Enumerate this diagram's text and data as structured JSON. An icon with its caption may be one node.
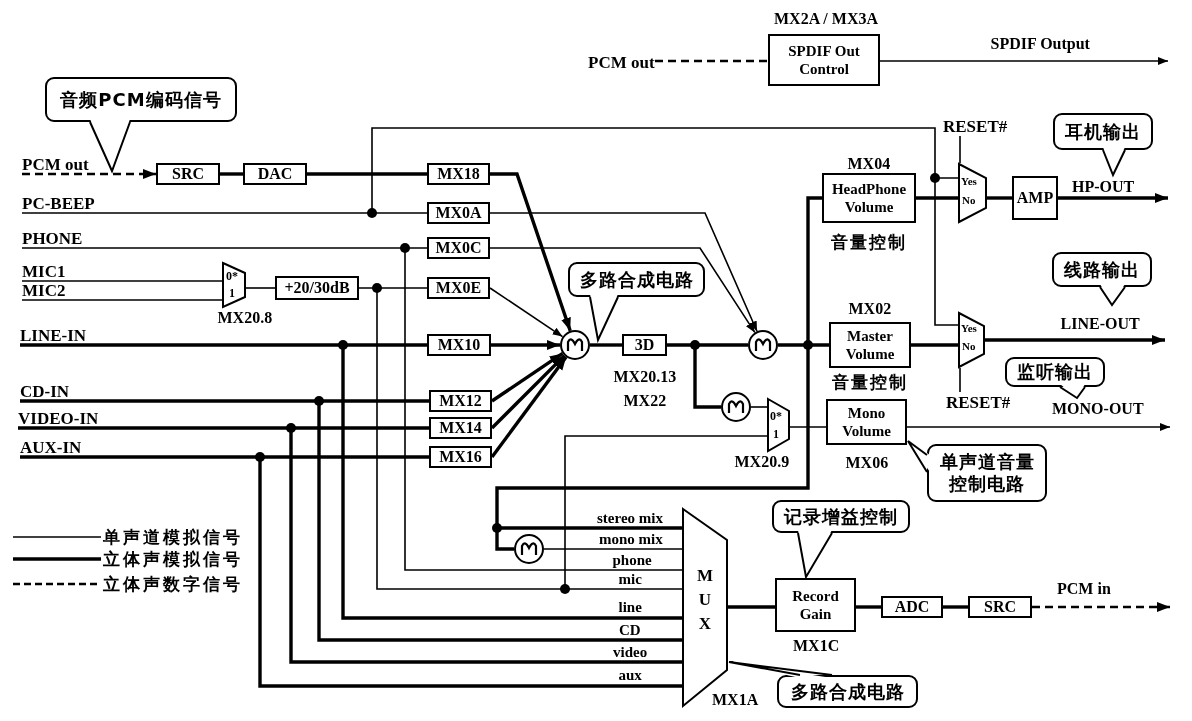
{
  "diagram": {
    "nodes": [
      {
        "text": [
          "PCM out"
        ]
      },
      {
        "text": [
          "SPDIF Out Control"
        ],
        "beside": [
          "MX2A / MX3A"
        ]
      },
      {
        "text": [
          "音频PCM编码信号"
        ]
      },
      {
        "text": [
          "PCM out"
        ]
      },
      {
        "text": [
          "SRC"
        ]
      },
      {
        "text": [
          "DAC"
        ]
      },
      {
        "text": [
          "MX18"
        ]
      },
      {
        "text": [
          "RESET#"
        ]
      },
      {
        "text": [
          "耳机输出"
        ]
      },
      {
        "text": [
          "PC-BEEP"
        ]
      },
      {
        "text": [
          "MX0A"
        ]
      },
      {
        "text": [
          "HeadPhone Volume"
        ],
        "beside": [
          "MX04",
          "音量控制"
        ]
      },
      {
        "text": [
          "Yes",
          "No"
        ]
      },
      {
        "text": [
          "AMP"
        ]
      },
      {
        "text": [
          "PHONE"
        ]
      },
      {
        "text": [
          "MX0C"
        ]
      },
      {
        "text": [
          "MIC1"
        ]
      },
      {
        "text": [
          "MIC2"
        ]
      },
      {
        "text": [
          "0*",
          "1"
        ],
        "beside": [
          "MX20.8"
        ]
      },
      {
        "text": [
          "+20/30dB"
        ]
      },
      {
        "text": [
          "MX0E"
        ]
      },
      {
        "text": [
          "多路合成电路"
        ]
      },
      {
        "text": [
          "LINE-IN"
        ]
      },
      {
        "text": [
          "MX10"
        ]
      },
      {
        "text": [],
        "shape": "circle"
      },
      {
        "text": [
          "3D"
        ],
        "beside": [
          "MX20.13",
          "MX22"
        ]
      },
      {
        "text": [],
        "shape": "circle"
      },
      {
        "text": [
          "Master Volume"
        ],
        "beside": [
          "MX02",
          "音量控制"
        ]
      },
      {
        "text": [
          "Yes",
          "No"
        ]
      },
      {
        "text": [
          "RESET#"
        ]
      },
      {
        "text": [
          "线路输出"
        ]
      },
      {
        "text": [
          "监听输出"
        ]
      },
      {
        "text": [
          "CD-IN"
        ]
      },
      {
        "text": [
          "MX12"
        ]
      },
      {
        "text": [
          "VIDEO-IN"
        ]
      },
      {
        "text": [
          "MX14"
        ]
      },
      {
        "text": [
          "AUX-IN"
        ]
      },
      {
        "text": [
          "MX16"
        ]
      },
      {
        "text": [],
        "shape": "circle"
      },
      {
        "text": [
          "0*",
          "1"
        ],
        "beside": [
          "MX20.9"
        ]
      },
      {
        "text": [
          "Mono Volume"
        ],
        "beside": [
          "MX06"
        ]
      },
      {
        "text": [
          "单声道音量控制电路"
        ]
      },
      {
        "text": [
          "记录增益控制"
        ]
      },
      {
        "text": [],
        "shape": "circle"
      },
      {
        "text": [
          "M U X"
        ],
        "beside": [
          "MX1A"
        ]
      },
      {
        "text": [
          "Record Gain"
        ],
        "beside": [
          "MX1C"
        ]
      },
      {
        "text": [
          "ADC"
        ]
      },
      {
        "text": [
          "SRC"
        ]
      },
      {
        "text": [
          "多路合成电路"
        ]
      }
    ],
    "edges": [
      {
        "from": 0,
        "to": 1,
        "arrow": "none",
        "style": "dashed"
      },
      {
        "from": 1,
        "to": null,
        "arrow": "to",
        "label": "SPDIF Output"
      },
      {
        "from": 3,
        "to": 4,
        "arrow": "to",
        "style": "dashed"
      },
      {
        "from": 4,
        "to": 5,
        "arrow": "none"
      },
      {
        "from": 5,
        "to": 6,
        "arrow": "none"
      },
      {
        "from": 6,
        "to": 24,
        "arrow": "to"
      },
      {
        "from": 9,
        "to": 10,
        "arrow": "none"
      },
      {
        "from": 9,
        "to": 12,
        "arrow": "none"
      },
      {
        "from": 9,
        "to": 28,
        "arrow": "none"
      },
      {
        "from": 10,
        "to": 26,
        "arrow": "to"
      },
      {
        "from": 7,
        "to": 12,
        "arrow": "none"
      },
      {
        "from": 11,
        "to": 12,
        "arrow": "none"
      },
      {
        "from": 12,
        "to": 13,
        "arrow": "none"
      },
      {
        "from": 13,
        "to": null,
        "arrow": "to",
        "label": "HP-OUT"
      },
      {
        "from": 14,
        "to": 15,
        "arrow": "none"
      },
      {
        "from": 14,
        "to": 44,
        "arrow": "none",
        "label": "phone"
      },
      {
        "from": 15,
        "to": 26,
        "arrow": "to"
      },
      {
        "from": 16,
        "to": 18,
        "arrow": "none"
      },
      {
        "from": 17,
        "to": 18,
        "arrow": "none"
      },
      {
        "from": 18,
        "to": 19,
        "arrow": "none"
      },
      {
        "from": 19,
        "to": 20,
        "arrow": "none"
      },
      {
        "from": 19,
        "to": 44,
        "arrow": "none",
        "label": "mic"
      },
      {
        "from": 19,
        "to": 39,
        "arrow": "none"
      },
      {
        "from": 20,
        "to": 24,
        "arrow": "to"
      },
      {
        "from": 22,
        "to": 23,
        "arrow": "none"
      },
      {
        "from": 22,
        "to": 44,
        "arrow": "none",
        "label": "line"
      },
      {
        "from": 23,
        "to": 24,
        "arrow": "to"
      },
      {
        "from": 24,
        "to": 25,
        "arrow": "none"
      },
      {
        "from": 25,
        "to": 26,
        "arrow": "none"
      },
      {
        "from": 25,
        "to": 38,
        "arrow": "none"
      },
      {
        "from": 26,
        "to": 11,
        "arrow": "none"
      },
      {
        "from": 26,
        "to": 27,
        "arrow": "none"
      },
      {
        "from": 26,
        "to": 44,
        "arrow": "none",
        "label": "stereo mix"
      },
      {
        "from": 26,
        "to": 43,
        "arrow": "none"
      },
      {
        "from": 27,
        "to": 28,
        "arrow": "none"
      },
      {
        "from": 28,
        "to": null,
        "arrow": "to",
        "label": "LINE-OUT"
      },
      {
        "from": 29,
        "to": 28,
        "arrow": "none"
      },
      {
        "from": 32,
        "to": 33,
        "arrow": "none"
      },
      {
        "from": 32,
        "to": 44,
        "arrow": "none",
        "label": "CD"
      },
      {
        "from": 33,
        "to": 24,
        "arrow": "to"
      },
      {
        "from": 34,
        "to": 35,
        "arrow": "none"
      },
      {
        "from": 34,
        "to": 44,
        "arrow": "none",
        "label": "video"
      },
      {
        "from": 35,
        "to": 24,
        "arrow": "to"
      },
      {
        "from": 36,
        "to": 37,
        "arrow": "none"
      },
      {
        "from": 36,
        "to": 44,
        "arrow": "none",
        "label": "aux"
      },
      {
        "from": 37,
        "to": 24,
        "arrow": "to"
      },
      {
        "from": 38,
        "to": 39,
        "arrow": "none"
      },
      {
        "from": 39,
        "to": 40,
        "arrow": "none"
      },
      {
        "from": 40,
        "to": null,
        "arrow": "to",
        "label": "MONO-OUT"
      },
      {
        "from": 43,
        "to": 44,
        "arrow": "none",
        "label": "mono mix"
      },
      {
        "from": 44,
        "to": 45,
        "arrow": "none"
      },
      {
        "from": 45,
        "to": 46,
        "arrow": "none"
      },
      {
        "from": 46,
        "to": 47,
        "arrow": "none"
      },
      {
        "from": 47,
        "to": null,
        "arrow": "to",
        "label": "PCM in",
        "style": "dashed"
      }
    ],
    "legend": [
      {
        "text": "单声道模拟信号"
      },
      {
        "text": "立体声模拟信号"
      },
      {
        "text": "立体声数字信号"
      }
    ]
  }
}
